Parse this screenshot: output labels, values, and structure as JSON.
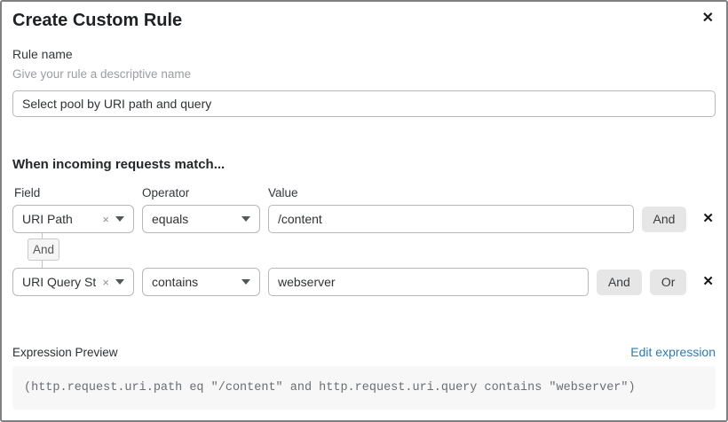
{
  "dialog": {
    "title": "Create Custom Rule",
    "close_icon": "✕"
  },
  "rule_name": {
    "label": "Rule name",
    "helper": "Give your rule a descriptive name",
    "value": "Select pool by URI path and query"
  },
  "matcher": {
    "heading": "When incoming requests match...",
    "columns": {
      "field": "Field",
      "operator": "Operator",
      "value": "Value"
    },
    "connector_label": "And",
    "clear_icon": "×",
    "remove_icon": "✕",
    "rows": [
      {
        "field": "URI Path",
        "operator": "equals",
        "value": "/content",
        "and_label": "And"
      },
      {
        "field": "URI Query St...",
        "operator": "contains",
        "value": "webserver",
        "and_label": "And",
        "or_label": "Or"
      }
    ]
  },
  "expression": {
    "label": "Expression Preview",
    "edit_link": "Edit expression",
    "preview": "(http.request.uri.path eq \"/content\" and http.request.uri.query contains \"webserver\")"
  },
  "colors": {
    "link_blue": "#2c7cb0",
    "button_gray": "#e6e6e6",
    "border_gray": "#b5b8ba"
  }
}
